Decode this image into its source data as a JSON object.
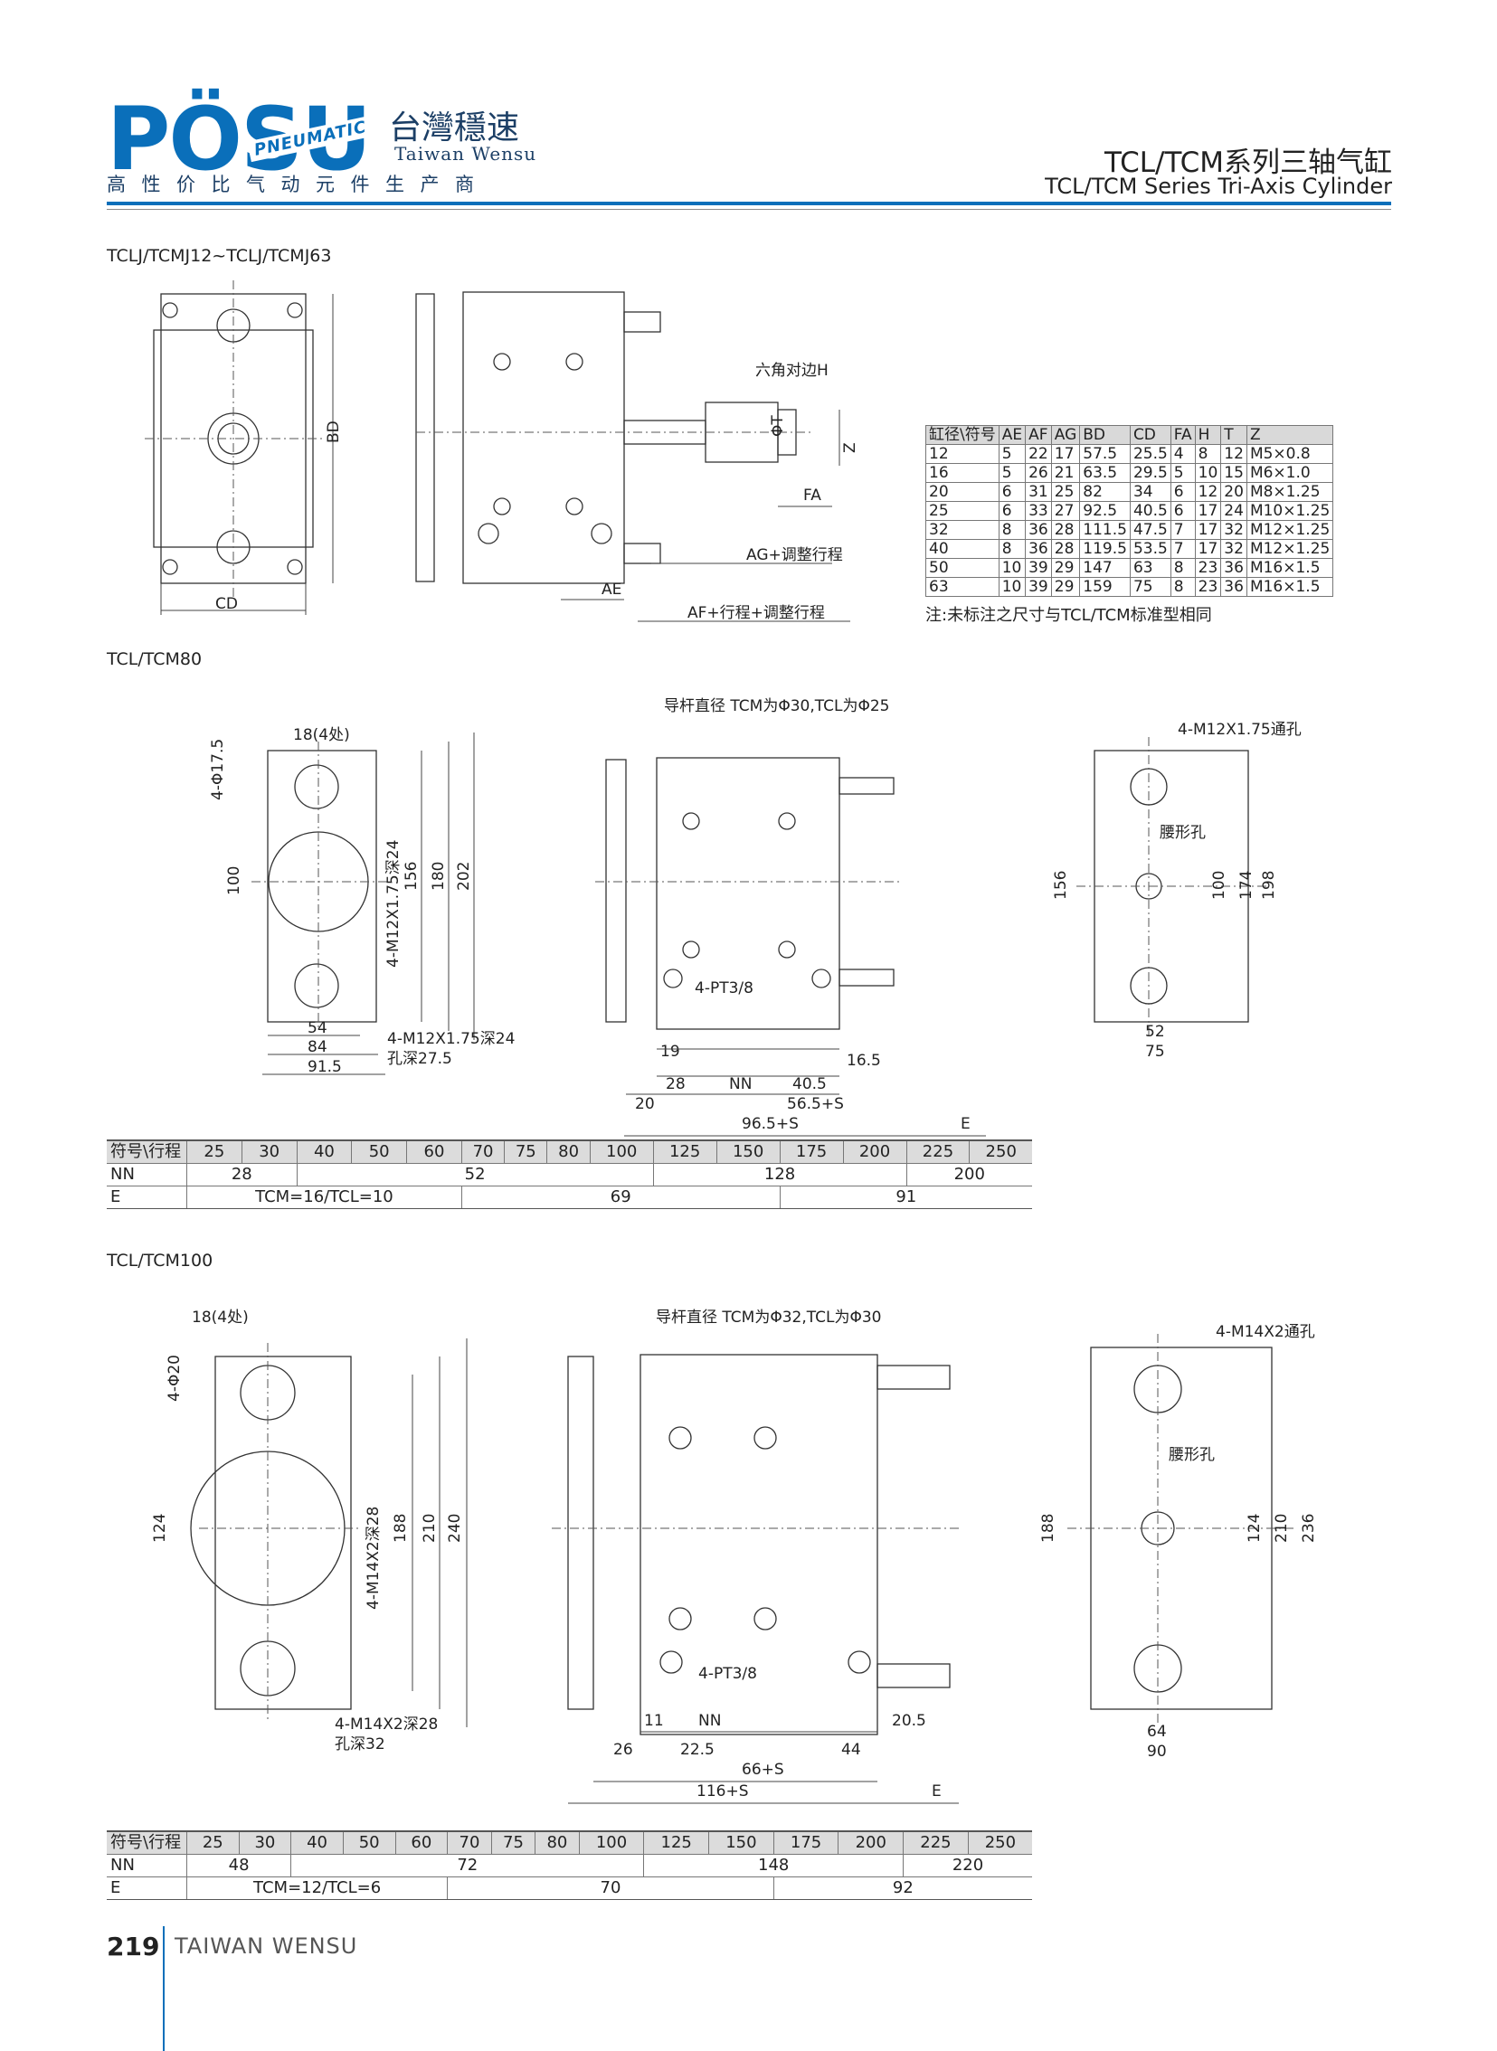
{
  "header": {
    "logo_text": "PÖSU",
    "logo_ribbon": "PNEUMATIC",
    "brand_cn": "台灣穩速",
    "brand_en": "Taiwan Wensu",
    "slogan": "高性价比气动元件生产商",
    "title_cn": "TCL/TCM系列三轴气缸",
    "title_en": "TCL/TCM Series Tri-Axis Cylinder"
  },
  "section1": {
    "title": "TCLJ/TCMJ12~TCLJ/TCMJ63",
    "labels": {
      "bd": "BD",
      "cd": "CD",
      "hex": "六角对边H",
      "phi_t": "ΦT",
      "z": "Z",
      "fa": "FA",
      "ag": "AG+调整行程",
      "ae": "AE",
      "af": "AF+行程+调整行程"
    },
    "table_headers": [
      "缸径\\符号",
      "AE",
      "AF",
      "AG",
      "BD",
      "CD",
      "FA",
      "H",
      "T",
      "Z"
    ],
    "table_rows": [
      [
        "12",
        "5",
        "22",
        "17",
        "57.5",
        "25.5",
        "4",
        "8",
        "12",
        "M5×0.8"
      ],
      [
        "16",
        "5",
        "26",
        "21",
        "63.5",
        "29.5",
        "5",
        "10",
        "15",
        "M6×1.0"
      ],
      [
        "20",
        "6",
        "31",
        "25",
        "82",
        "34",
        "6",
        "12",
        "20",
        "M8×1.25"
      ],
      [
        "25",
        "6",
        "33",
        "27",
        "92.5",
        "40.5",
        "6",
        "17",
        "24",
        "M10×1.25"
      ],
      [
        "32",
        "8",
        "36",
        "28",
        "111.5",
        "47.5",
        "7",
        "17",
        "32",
        "M12×1.25"
      ],
      [
        "40",
        "8",
        "36",
        "28",
        "119.5",
        "53.5",
        "7",
        "17",
        "32",
        "M12×1.25"
      ],
      [
        "50",
        "10",
        "39",
        "29",
        "147",
        "63",
        "8",
        "23",
        "36",
        "M16×1.5"
      ],
      [
        "63",
        "10",
        "39",
        "29",
        "159",
        "75",
        "8",
        "23",
        "36",
        "M16×1.5"
      ]
    ],
    "note": "注:未标注之尺寸与TCL/TCM标准型相同"
  },
  "section2": {
    "title": "TCL/TCM80",
    "labels": {
      "phi": "4-Φ17.5",
      "count18": "18(4处)",
      "d100": "100",
      "m12deep": "4-M12X1.75深24",
      "d156": "156",
      "d180": "180",
      "d202": "202",
      "d54": "54",
      "d84": "84",
      "d915": "91.5",
      "thread": "4-M12X1.75深24",
      "hole": "孔深27.5",
      "guide": "导杆直径 TCM为Φ30,TCL为Φ25",
      "pt": "4-PT3/8",
      "d19": "19",
      "d28": "28",
      "nn": "NN",
      "d405": "40.5",
      "d165": "16.5",
      "d20": "20",
      "d565": "56.5+S",
      "d965": "96.5+S",
      "e": "E",
      "through": "4-M12X1.75通孔",
      "waist": "腰形孔",
      "r156": "156",
      "r100": "100",
      "r174": "174",
      "r198": "198",
      "r52": "52",
      "r75": "75"
    },
    "strokes_header": [
      "符号\\行程",
      "25",
      "30",
      "40",
      "50",
      "60",
      "70",
      "75",
      "80",
      "100",
      "125",
      "150",
      "175",
      "200",
      "225",
      "250"
    ],
    "nn_row": [
      "NN",
      "28",
      "52",
      "128",
      "200"
    ],
    "e_row": [
      "E",
      "TCM=16/TCL=10",
      "69",
      "91"
    ]
  },
  "section3": {
    "title": "TCL/TCM100",
    "labels": {
      "count18": "18(4处)",
      "phi": "4-Φ20",
      "d124": "124",
      "m14deep": "4-M14X2深28",
      "d188": "188",
      "d210": "210",
      "d240": "240",
      "thread": "4-M14X2深28",
      "hole": "孔深32",
      "guide": "导杆直径 TCM为Φ32,TCL为Φ30",
      "pt": "4-PT3/8",
      "d11": "11",
      "nn": "NN",
      "d205": "20.5",
      "d26": "26",
      "d225": "22.5",
      "d44": "44",
      "d66": "66+S",
      "d116": "116+S",
      "e": "E",
      "through": "4-M14X2通孔",
      "waist": "腰形孔",
      "r188": "188",
      "r124": "124",
      "r210": "210",
      "r236": "236",
      "r64": "64",
      "r90": "90"
    },
    "strokes_header": [
      "符号\\行程",
      "25",
      "30",
      "40",
      "50",
      "60",
      "70",
      "75",
      "80",
      "100",
      "125",
      "150",
      "175",
      "200",
      "225",
      "250"
    ],
    "nn_row": [
      "NN",
      "48",
      "72",
      "148",
      "220"
    ],
    "e_row": [
      "E",
      "TCM=12/TCL=6",
      "70",
      "92"
    ]
  },
  "footer": {
    "page_number": "219",
    "company": "TAIWAN WENSU"
  }
}
